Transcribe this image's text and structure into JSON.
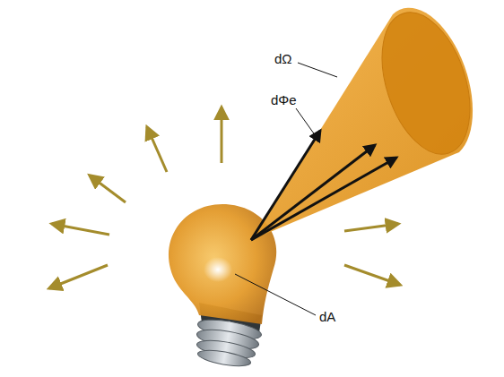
{
  "diagram": {
    "labels": [
      "dΩ",
      "dΦe",
      "dA"
    ]
  }
}
